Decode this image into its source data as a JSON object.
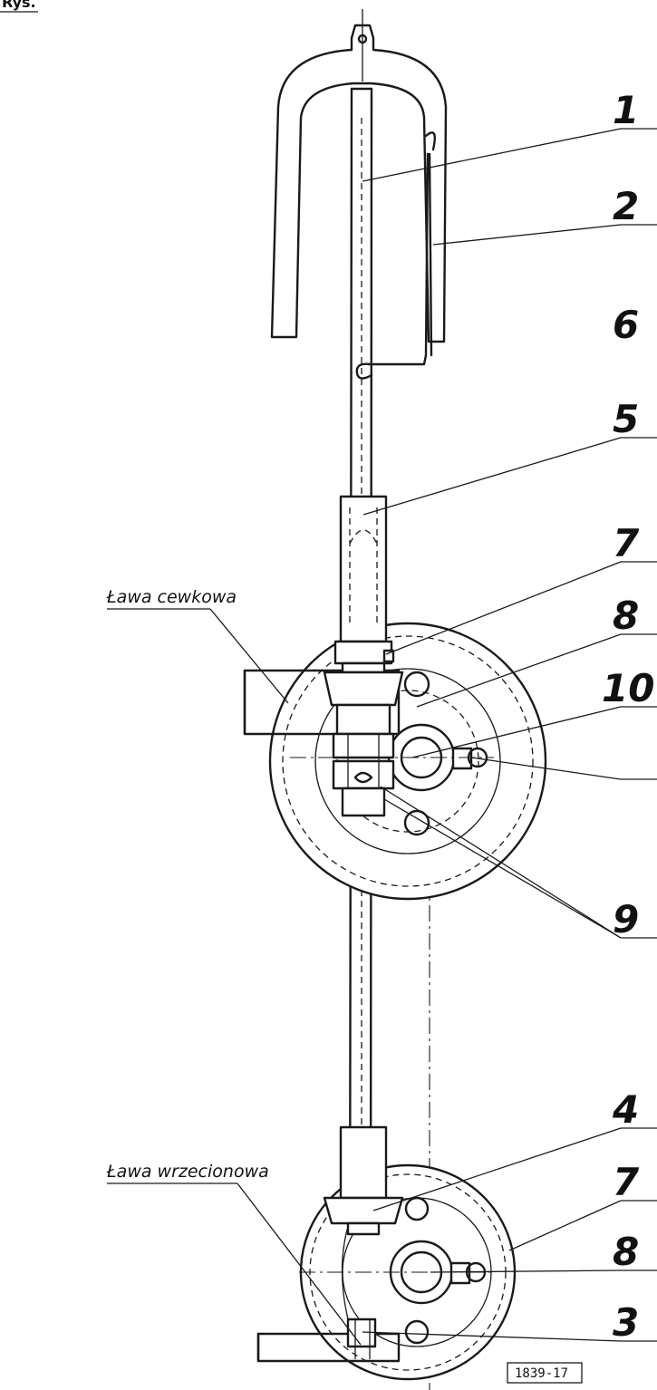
{
  "header": {
    "text": "Rys."
  },
  "callouts": [
    "1",
    "2",
    "6",
    "5",
    "7",
    "8",
    "10",
    "9",
    "4",
    "7",
    "8",
    "3"
  ],
  "labels": {
    "bobbin_rail": "Ława cewkowa",
    "spindle_rail": "Ława wrzecionowa"
  },
  "stamp": "1839-17"
}
